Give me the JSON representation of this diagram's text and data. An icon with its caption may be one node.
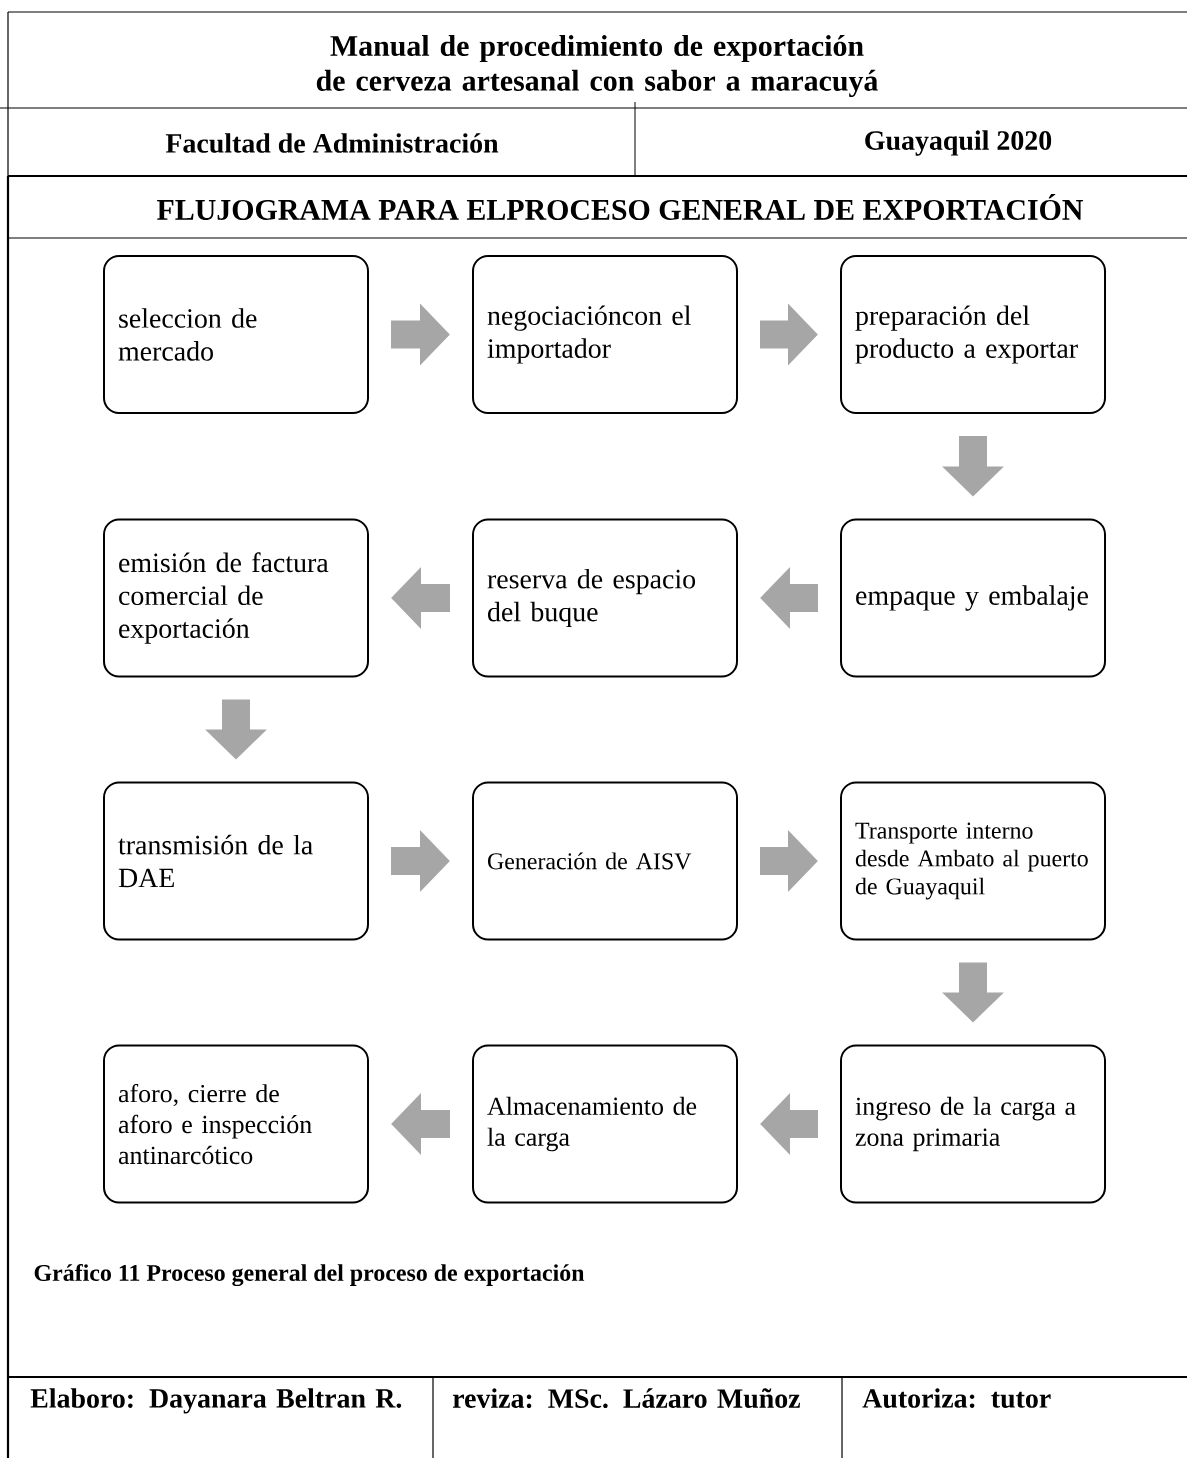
{
  "diagram": {
    "title": "Manual de procedimiento de exportación de cerveza artesanal con sabor a maracuyá",
    "caption": "Gráfico  11 Proceso general del proceso de exportación",
    "nodes": [
      {
        "text": [
          "seleccion de mercado"
        ]
      },
      {
        "text": [
          "negociacióncon el importador"
        ]
      },
      {
        "text": [
          "preparación del producto a exportar"
        ]
      },
      {
        "text": [
          "emisión de factura comercial de exportación"
        ]
      },
      {
        "text": [
          "reserva de espacio del buque"
        ]
      },
      {
        "text": [
          "empaque y embalaje"
        ]
      },
      {
        "text": [
          "transmisión de la DAE"
        ]
      },
      {
        "text": [
          "Generación de AISV"
        ]
      },
      {
        "text": [
          "Transporte interno desde Ambato al puerto de Guayaquil"
        ]
      },
      {
        "text": [
          "aforo, cierre de aforo e inspección antinarcótico"
        ]
      },
      {
        "text": [
          "Almacenamiento de la carga"
        ]
      },
      {
        "text": [
          "ingreso de la carga a zona primaria"
        ]
      }
    ],
    "edges": [
      {
        "from": 0,
        "to": 1,
        "arrow": "to"
      },
      {
        "from": 1,
        "to": 2,
        "arrow": "to"
      },
      {
        "from": 2,
        "to": 5,
        "arrow": "to"
      },
      {
        "from": 5,
        "to": 4,
        "arrow": "to"
      },
      {
        "from": 4,
        "to": 3,
        "arrow": "to"
      },
      {
        "from": 3,
        "to": 6,
        "arrow": "to"
      },
      {
        "from": 6,
        "to": 7,
        "arrow": "to"
      },
      {
        "from": 7,
        "to": 8,
        "arrow": "to"
      },
      {
        "from": 8,
        "to": 11,
        "arrow": "to"
      },
      {
        "from": 11,
        "to": 10,
        "arrow": "to"
      },
      {
        "from": 10,
        "to": 9,
        "arrow": "to"
      }
    ],
    "labels": [
      "Facultad de Administración",
      "Guayaquil 2020",
      "FLUJOGRAMA PARA ELPROCESO GENERAL DE EXPORTACIÓN",
      "Elaboro: Dayanara Beltran R.",
      "reviza: MSc. Lázaro Muñoz",
      "Autoriza: tutor"
    ]
  }
}
